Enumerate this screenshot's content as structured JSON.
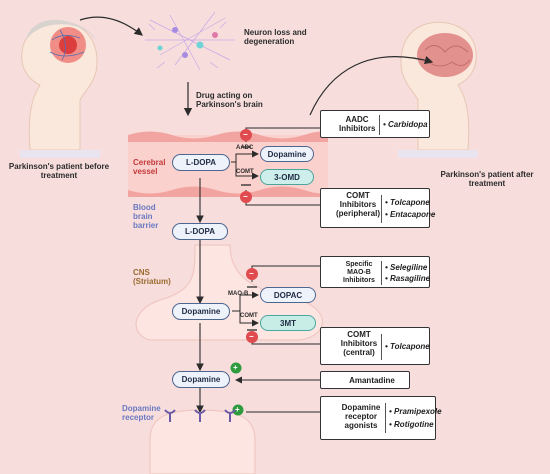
{
  "labels": {
    "neuron_loss": "Neuron loss and degeneration",
    "drug_acting": "Drug acting on Parkinson's brain",
    "patient_before": "Parkinson's patient before treatment",
    "patient_after": "Parkinson's patient after treatment",
    "cerebral_vessel": "Cerebral vessel",
    "bbb": "Blood brain barrier",
    "cns": "CNS (Striatum)",
    "dopamine_receptor": "Dopamine receptor"
  },
  "nodes": {
    "ldopa1": "L-DOPA",
    "dopamine1": "Dopamine",
    "omd": "3-OMD",
    "ldopa2": "L-DOPA",
    "dopamine2": "Dopamine",
    "dopac": "DOPAC",
    "mt3": "3MT",
    "dopamine3": "Dopamine"
  },
  "enzymes": {
    "aadc": "AADC",
    "comt1": "COMT",
    "maob": "MAO-B",
    "comt2": "COMT"
  },
  "signs": {
    "inhibit": "−",
    "activate": "+"
  },
  "drug_classes": [
    {
      "name": "AADC Inhibitors",
      "drugs": [
        "Carbidopa"
      ],
      "pill_color": "#f09a52"
    },
    {
      "name": "COMT Inhibitors (peripheral)",
      "drugs": [
        "Tolcapone",
        "Entacapone"
      ],
      "pill_color": "#3fc1b4"
    },
    {
      "name": "Specific MAO-B Inhibitors",
      "drugs": [
        "Selegiline",
        "Rasagiline"
      ],
      "pill_color": "#f08a4b"
    },
    {
      "name": "COMT Inhibitors (central)",
      "drugs": [
        "Tolcapone"
      ],
      "pill_color": "#3fc1b4"
    },
    {
      "name": "Amantadine",
      "drugs": [],
      "pill_color": "#7fa0d8"
    },
    {
      "name": "Dopamine receptor agonists",
      "drugs": [
        "Pramipexole",
        "Rotigotine"
      ],
      "pill_color": "#b58ee0"
    }
  ],
  "colors": {
    "inhibit": "#e04b4f",
    "activate": "#2f9b3f",
    "vessel": "#f2a4a0",
    "brain_after": "#e3918f"
  }
}
